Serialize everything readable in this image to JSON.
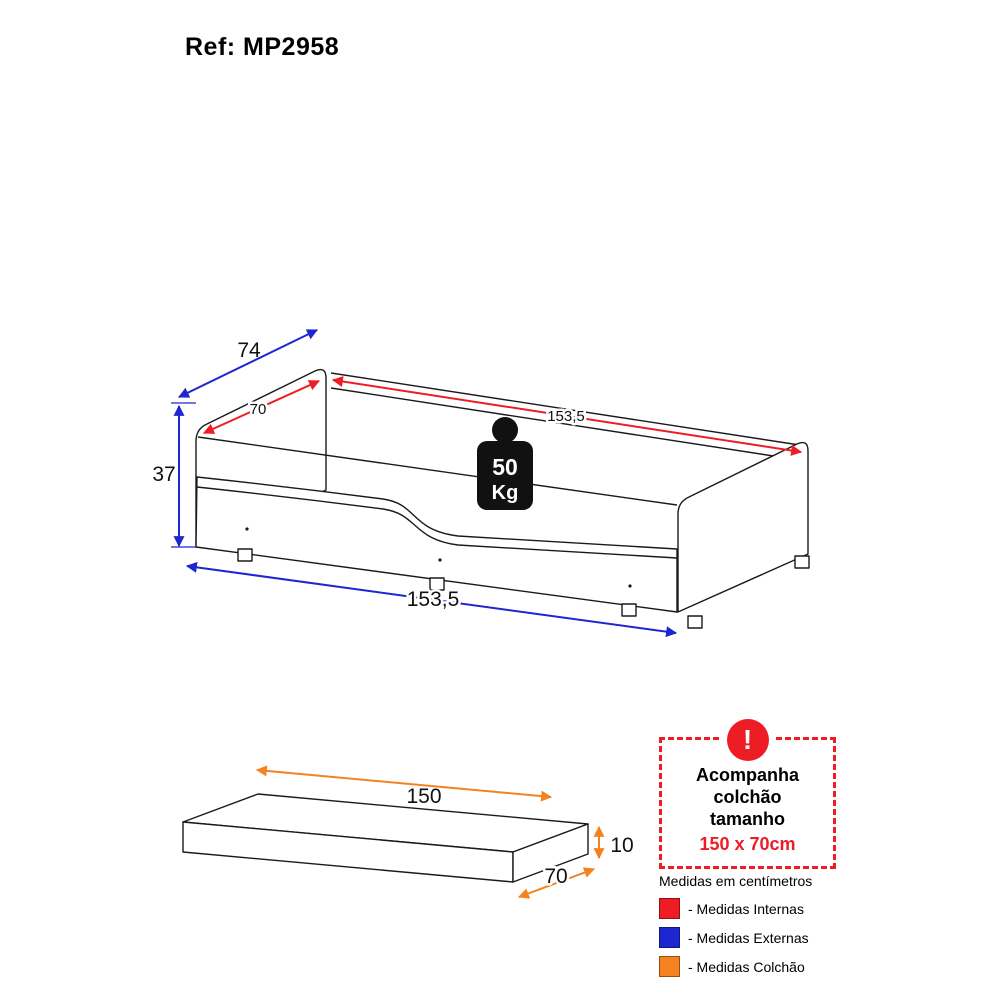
{
  "page": {
    "title": "Ref: MP2958"
  },
  "colors": {
    "internal": "#ee1c25",
    "external": "#1e27cf",
    "mattress": "#f58220",
    "outline": "#1a1a1a"
  },
  "bed_diagram": {
    "dims": {
      "external_width": "74",
      "external_height": "37",
      "external_length": "153,5",
      "internal_width": "70",
      "internal_length": "153,5"
    },
    "weight": {
      "value": "50",
      "unit": "Kg"
    }
  },
  "mattress_diagram": {
    "length": "150",
    "height": "10",
    "width": "70"
  },
  "warning": {
    "icon": "!",
    "line1": "Acompanha",
    "line2": "colchão",
    "line3": "tamanho",
    "size": "150 x 70cm"
  },
  "legend": {
    "title": "Medidas em centímetros",
    "items": [
      {
        "label": "- Medidas Internas"
      },
      {
        "label": "- Medidas Externas"
      },
      {
        "label": "- Medidas Colchão"
      }
    ]
  }
}
